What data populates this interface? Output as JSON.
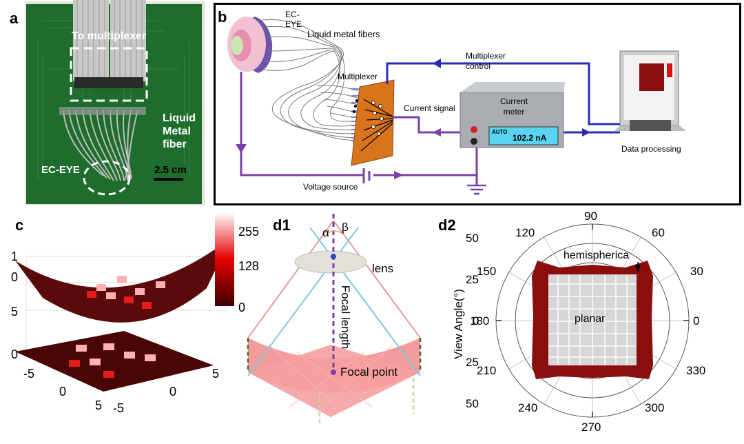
{
  "figure": {
    "panels": {
      "a": {
        "tag": "a",
        "labels": {
          "to_multiplexer": "To multiplexer",
          "liquid_metal_fiber": [
            "Liquid",
            "Metal",
            "fiber"
          ],
          "ec_eye": "EC-EYE",
          "scale_bar": "2.5 cm"
        }
      },
      "b": {
        "tag": "b",
        "labels": {
          "ec_eye": [
            "EC-",
            "EYE"
          ],
          "liquid_metal_fibers": "Liquid metal fibers",
          "multiplexer": "Multiplexer",
          "multiplexer_control": [
            "Multiplexer",
            "control"
          ],
          "current_signal": "Current signal",
          "current_meter": [
            "Current",
            "meter"
          ],
          "meter_mode": "AUTO",
          "meter_reading": "102.2 nA",
          "data_processing": "Data processing",
          "voltage_source": "Voltage source"
        }
      },
      "c": {
        "tag": "c",
        "z_ticks": [
          "1",
          "0",
          "5",
          "0"
        ],
        "x_ticks": [
          "-5",
          "0",
          "5"
        ],
        "y_ticks": [
          "5",
          "0",
          "-5"
        ],
        "colorbar_ticks": [
          "255",
          "128",
          "0"
        ],
        "colors": {
          "low": "#3a0000",
          "mid": "#e60000",
          "high": "#ffffff"
        }
      },
      "d1": {
        "tag": "d1",
        "labels": {
          "alpha": "α",
          "beta": "β",
          "lens": "lens",
          "focal_length": "Focal length",
          "focal_point": "Focal point"
        }
      },
      "d2": {
        "tag": "d2",
        "axis_label": "View Angle(°)",
        "radial_ticks": [
          "50",
          "25",
          "0",
          "25",
          "50"
        ],
        "angle_ticks": [
          "90",
          "60",
          "30",
          "0",
          "330",
          "300",
          "270",
          "240",
          "210",
          "180",
          "150",
          "120"
        ],
        "labels": {
          "hemispherical": "hemispherica",
          "planar": "planar"
        },
        "colors": {
          "hemispherical": "#8b0e0e",
          "planar": "#d6d6d6"
        }
      }
    }
  }
}
